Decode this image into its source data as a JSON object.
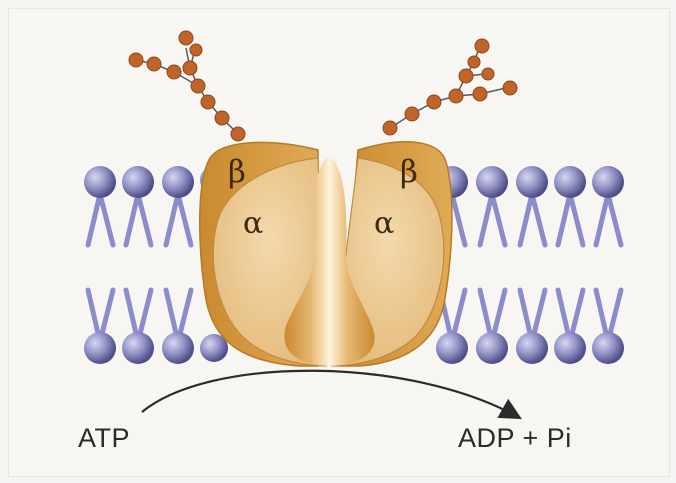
{
  "labels": {
    "atp": "ATP",
    "products": "ADP + Pi"
  },
  "subunits": {
    "beta_left": "β",
    "beta_right": "β",
    "alpha_left": "α",
    "alpha_right": "α"
  },
  "colors": {
    "lipid_head": "#8f8fc4",
    "lipid_tail": "#8c8ccb",
    "beta_subunit": "#d49a3e",
    "alpha_subunit": "#ecc88f",
    "channel": "#f3d6a2",
    "glycan": "#c0652a",
    "arrow": "#2b2b2b"
  }
}
